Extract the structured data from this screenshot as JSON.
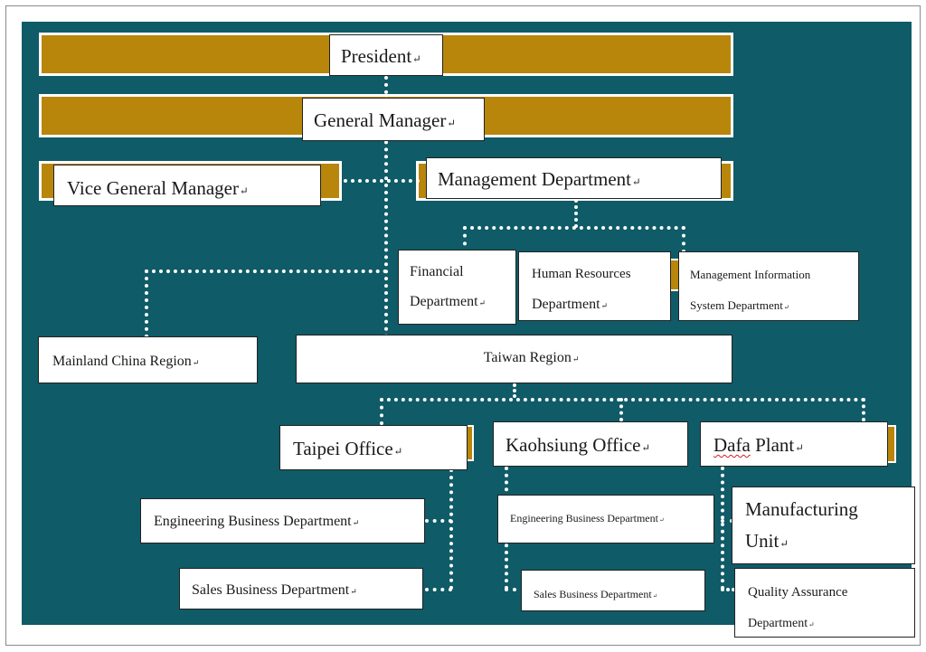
{
  "org_chart": {
    "para_mark": "↵",
    "president": "President",
    "general_manager": "General Manager",
    "vice_general_manager": "Vice General Manager",
    "management_department": "Management Department",
    "financial_department": {
      "line1": "Financial",
      "line2": "Department"
    },
    "human_resources_department": {
      "line1": "Human Resources",
      "line2": "Department"
    },
    "mis_department": {
      "line1": "Management Information",
      "line2": "System Department"
    },
    "mainland_china_region": "Mainland China Region",
    "taiwan_region": "Taiwan Region",
    "taipei_office": "Taipei Office",
    "kaohsiung_office": "Kaohsiung Office",
    "dafa_plant": {
      "name": "Dafa",
      "suffix": " Plant"
    },
    "taipei_engineering": "Engineering Business Department",
    "taipei_sales": "Sales Business Department",
    "kaohsiung_engineering": "Engineering Business Department",
    "kaohsiung_sales": "Sales Business Department",
    "manufacturing_unit": {
      "line1": "Manufacturing",
      "line2": "Unit"
    },
    "quality_assurance": {
      "line1": "Quality Assurance",
      "line2": "Department"
    }
  },
  "colors": {
    "panel": "#0f5b67",
    "gold_bar": "#b8860b",
    "box": "#ffffff",
    "connector": "#ffffff"
  }
}
